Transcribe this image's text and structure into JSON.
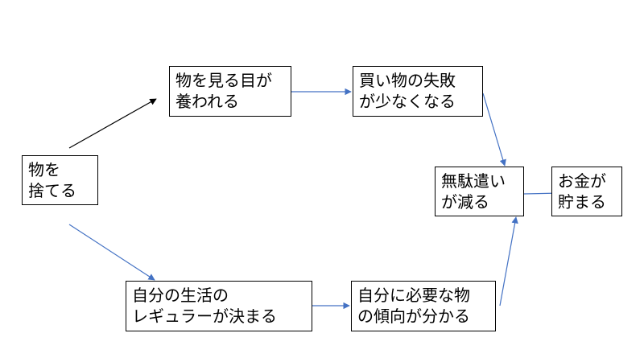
{
  "colors": {
    "arrow_black": "#000000",
    "arrow_blue": "#4472C4",
    "box_border": "#000000"
  },
  "nodes": {
    "throw": {
      "line1": "物を",
      "line2": "捨てる"
    },
    "eye": {
      "line1": "物を見る目が",
      "line2": "養われる"
    },
    "fewer": {
      "line1": "買い物の失敗",
      "line2": "が少なくなる"
    },
    "reduce": {
      "line1": "無駄遣い",
      "line2": "が減る"
    },
    "save": {
      "line1": "お金が",
      "line2": "貯まる"
    },
    "regular": {
      "line1": "自分の生活の",
      "line2": "レギュラーが決まる"
    },
    "know": {
      "line1": "自分に必要な物",
      "line2": "の傾向が分かる"
    }
  }
}
